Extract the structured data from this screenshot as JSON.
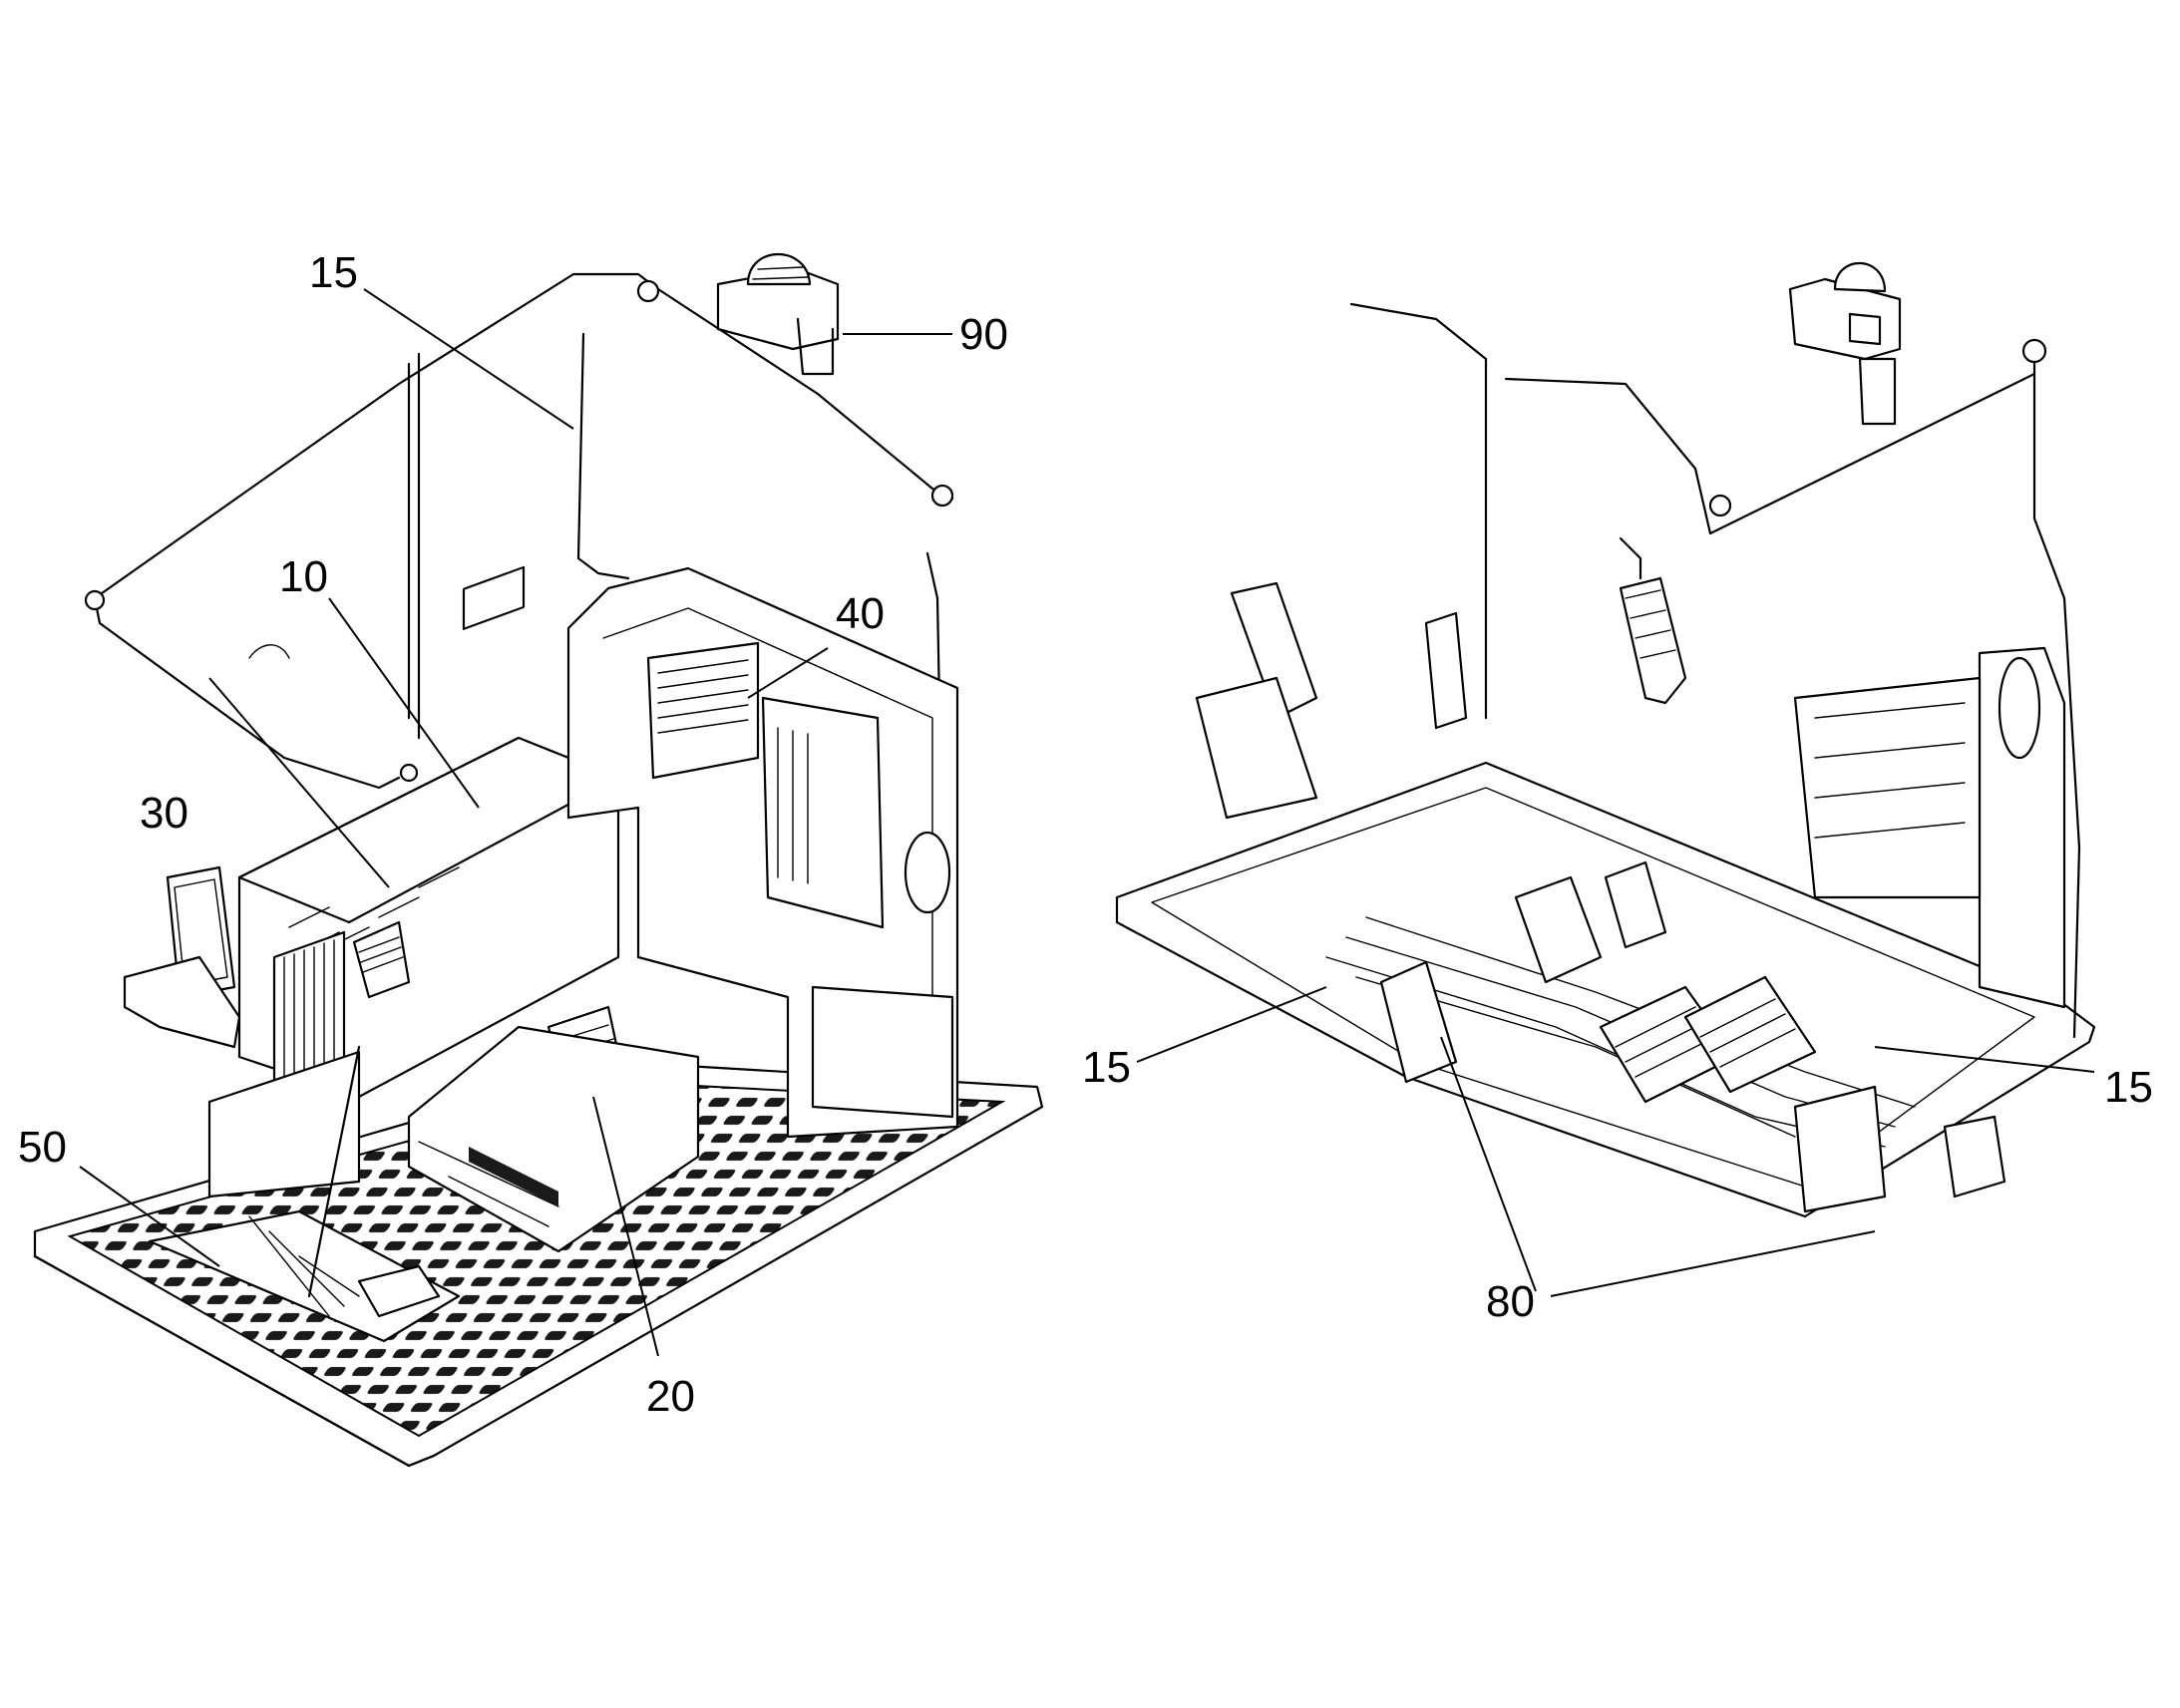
{
  "callouts": {
    "left": {
      "c15": "15",
      "c90": "90",
      "c10": "10",
      "c40": "40",
      "c30": "30",
      "c50": "50",
      "c20": "20"
    },
    "right": {
      "c15a": "15",
      "c15b": "15",
      "c80": "80"
    }
  }
}
